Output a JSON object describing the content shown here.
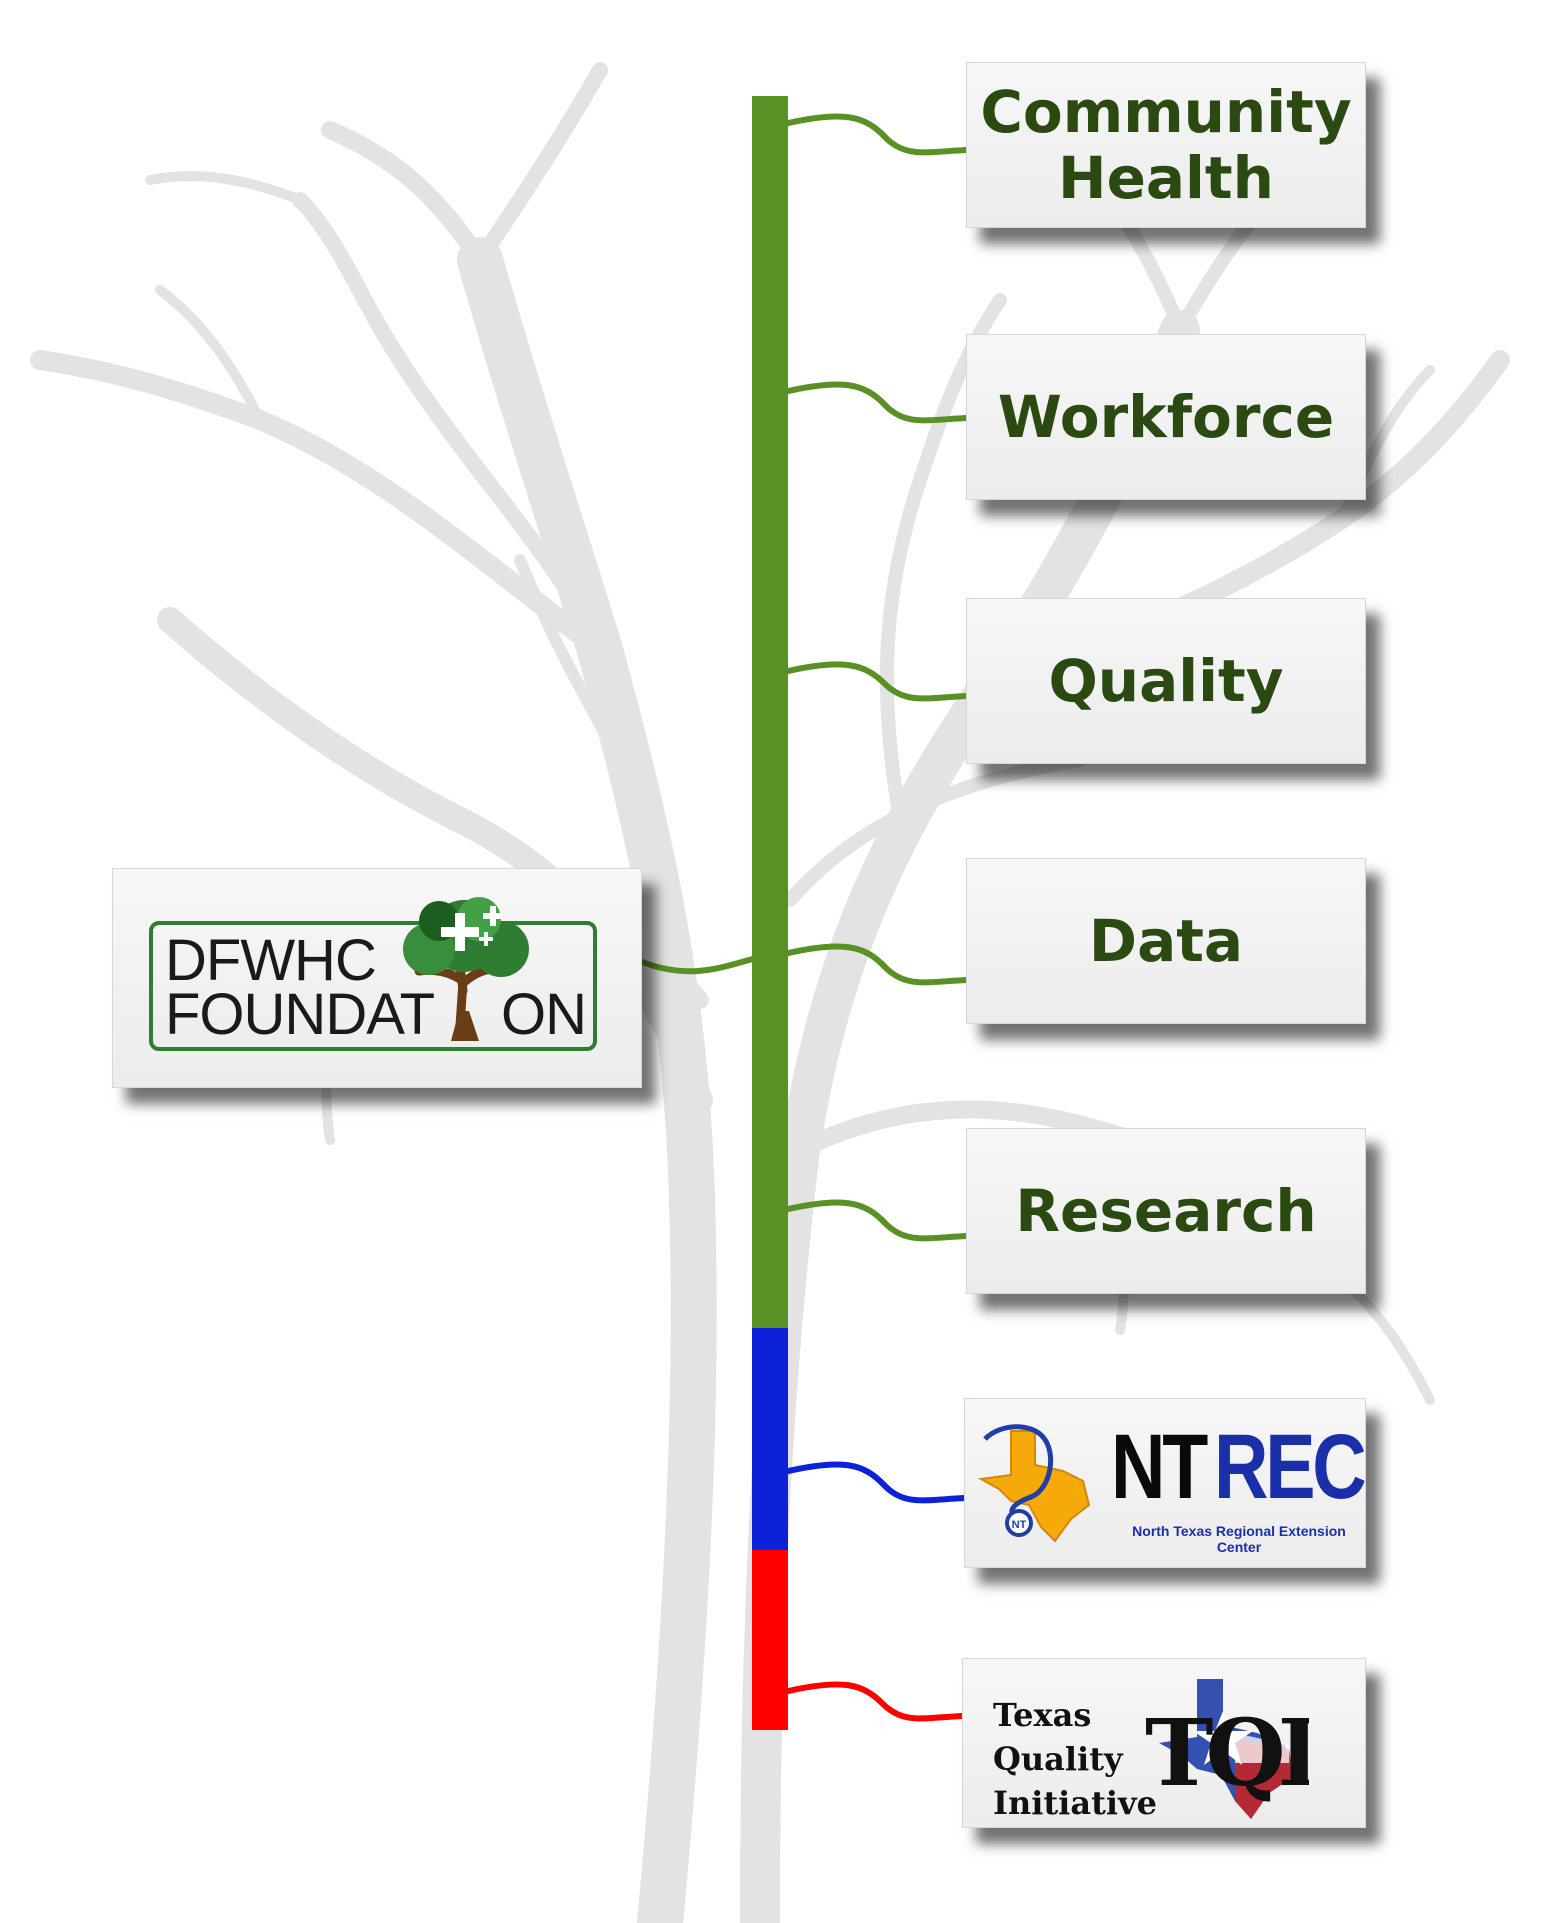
{
  "colors": {
    "green": "#5a9125",
    "blue": "#0d22d8",
    "red": "#ff0000",
    "label_text": "#2b4a12",
    "tree_bg": "#e2e2e2"
  },
  "branches": [
    {
      "label": "Community\nHealth",
      "color": "#5a9125"
    },
    {
      "label": "Workforce",
      "color": "#5a9125"
    },
    {
      "label": "Quality",
      "color": "#5a9125"
    },
    {
      "label": "Data",
      "color": "#5a9125"
    },
    {
      "label": "Research",
      "color": "#5a9125"
    }
  ],
  "root_logo": {
    "line1": "DFWHC",
    "line2_a": "FOUNDAT",
    "line2_b": "ON",
    "icon": "tree-icon"
  },
  "ntrec_logo": {
    "nt": "NT",
    "rec": "REC",
    "subtitle": "North Texas Regional Extension Center",
    "badge": "NT",
    "icon": "texas-stethoscope-icon"
  },
  "tqi_logo": {
    "text": "Texas\nQuality\nInitiative",
    "mark": "TQI",
    "icon": "texas-star-icon"
  }
}
